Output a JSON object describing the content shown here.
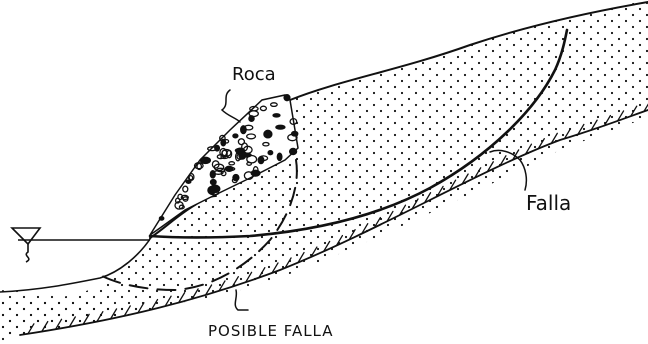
{
  "labels": {
    "rock": "Roca",
    "fault": "Falla",
    "possible_fault": "POSIBLE FALLA"
  },
  "colors": {
    "ink": "#111111",
    "paper": "#ffffff"
  },
  "icons": {
    "water_level": "water-table-triangle-icon"
  }
}
